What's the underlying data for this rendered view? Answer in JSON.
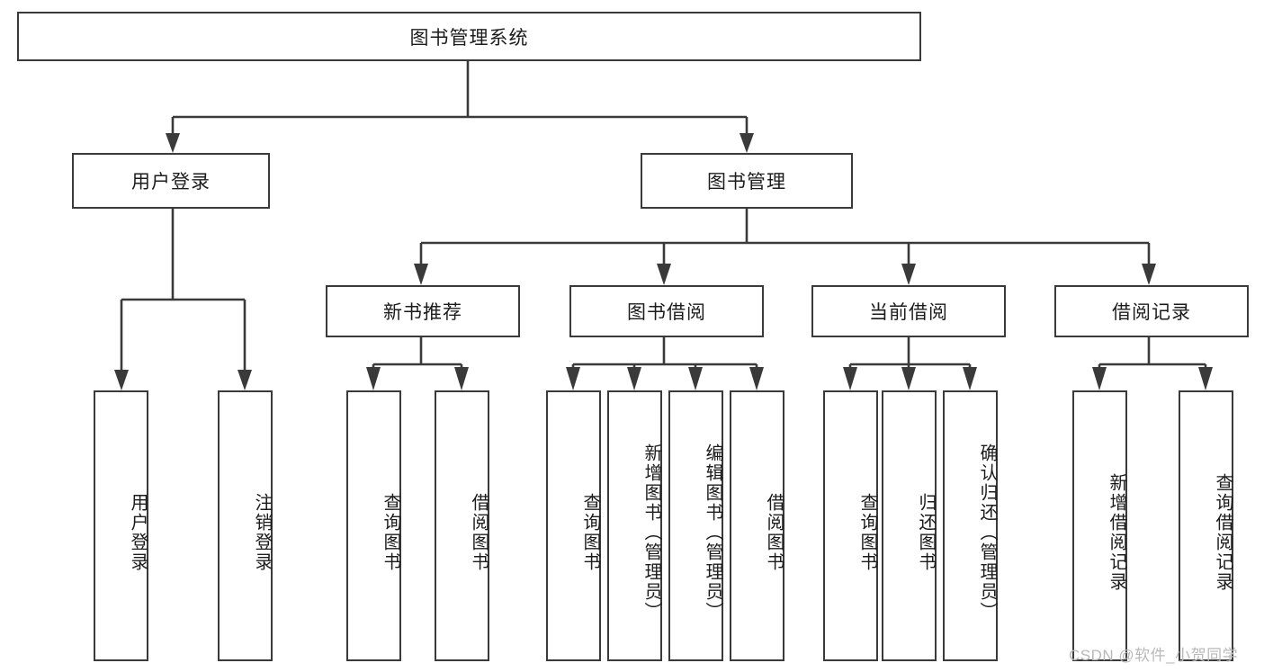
{
  "diagram": {
    "type": "tree-hierarchy",
    "title": "图书管理系统",
    "watermark": "CSDN @软件_小贺同学",
    "colors": {
      "stroke": "#3a3a3a",
      "box_fill": "#ffffff",
      "text": "#1c1c1c",
      "watermark": "#b9b9b9",
      "background": "#ffffff"
    },
    "root": {
      "label": "图书管理系统"
    },
    "level2": [
      {
        "label": "用户登录"
      },
      {
        "label": "图书管理"
      }
    ],
    "level3": [
      {
        "label": "新书推荐"
      },
      {
        "label": "图书借阅"
      },
      {
        "label": "当前借阅"
      },
      {
        "label": "借阅记录"
      }
    ],
    "leaves": {
      "user_login": [
        {
          "label": "用户登录"
        },
        {
          "label": "注销登录"
        }
      ],
      "new_book": [
        {
          "label": "查询图书"
        },
        {
          "label": "借阅图书"
        }
      ],
      "book_borrow": [
        {
          "label": "查询图书"
        },
        {
          "label": "新增图书（管理员）"
        },
        {
          "label": "编辑图书（管理员）"
        },
        {
          "label": "借阅图书"
        }
      ],
      "current_borrow": [
        {
          "label": "查询图书"
        },
        {
          "label": "归还图书"
        },
        {
          "label": "确认归还（管理员）"
        }
      ],
      "borrow_record": [
        {
          "label": "新增借阅记录"
        },
        {
          "label": "查询借阅记录"
        }
      ]
    }
  }
}
